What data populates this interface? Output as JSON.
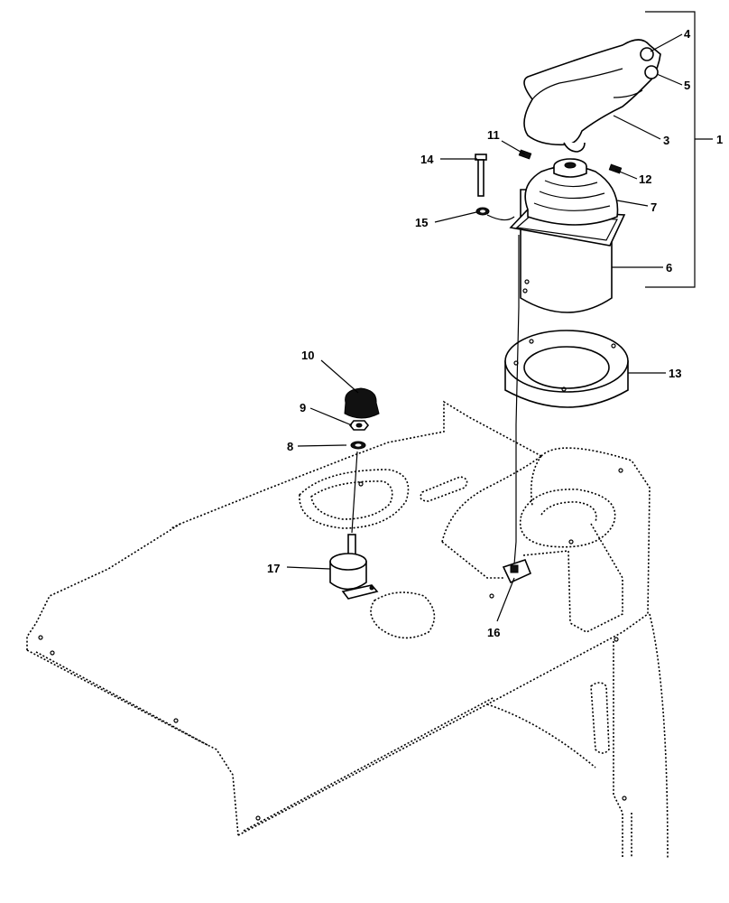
{
  "callouts": {
    "c1": "1",
    "c3": "3",
    "c4": "4",
    "c5": "5",
    "c6": "6",
    "c7": "7",
    "c8": "8",
    "c9": "9",
    "c10": "10",
    "c11": "11",
    "c12": "12",
    "c13": "13",
    "c14": "14",
    "c15": "15",
    "c16": "16",
    "c17": "17"
  }
}
